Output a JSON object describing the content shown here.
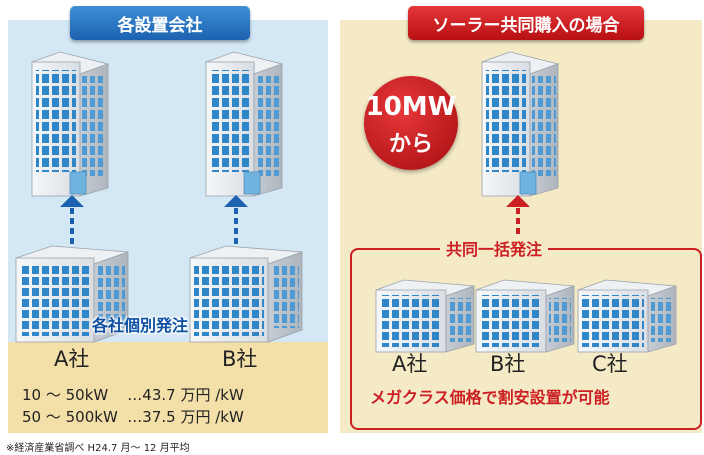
{
  "left_panel": {
    "title": "各設置会社",
    "order_label": "各社個別発注",
    "company_a": "A社",
    "company_b": "B社",
    "price_row_1": "10 ～ 50kW    …43.7 万円 /kW",
    "price_row_2": "50 ～ 500kW  …37.5 万円 /kW"
  },
  "right_panel": {
    "title": "ソーラー共同購入の場合",
    "badge_line_1": "10MW",
    "badge_line_2": "から",
    "group_title": "共同一括発注",
    "company_a": "A社",
    "company_b": "B社",
    "company_c": "C社",
    "caption": "メガクラス価格で割安設置が可能"
  },
  "footnote": "※経済産業省調べ H24.7 月～ 12 月平均",
  "colors": {
    "left_bg": "#d3e7f5",
    "left_title": "#1c62b0",
    "right_bg": "#f4eac6",
    "right_accent": "#cc1f23",
    "price_bg": "#f3e0a8"
  }
}
